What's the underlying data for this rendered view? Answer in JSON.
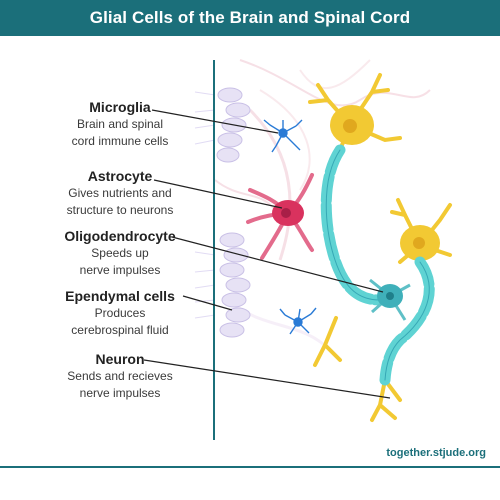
{
  "title": "Glial Cells of the Brain and Spinal Cord",
  "labels": [
    {
      "name": "Microglia",
      "desc1": "Brain and spinal",
      "desc2": "cord immune cells"
    },
    {
      "name": "Astrocyte",
      "desc1": "Gives nutrients and",
      "desc2": "structure to neurons"
    },
    {
      "name": "Oligodendrocyte",
      "desc1": "Speeds up",
      "desc2": "nerve impulses"
    },
    {
      "name": "Ependymal cells",
      "desc1": "Produces",
      "desc2": "cerebrospinal fluid"
    },
    {
      "name": "Neuron",
      "desc1": "Sends and recieves",
      "desc2": "nerve impulses"
    }
  ],
  "source": "together.stjude.org",
  "colors": {
    "header": "#1b6f7a",
    "neuron": "#f2c933",
    "myelin": "#5fd3d3",
    "astrocyte": "#d9325e",
    "microglia": "#2a7bd6",
    "ependymal": "#b8aee0"
  }
}
